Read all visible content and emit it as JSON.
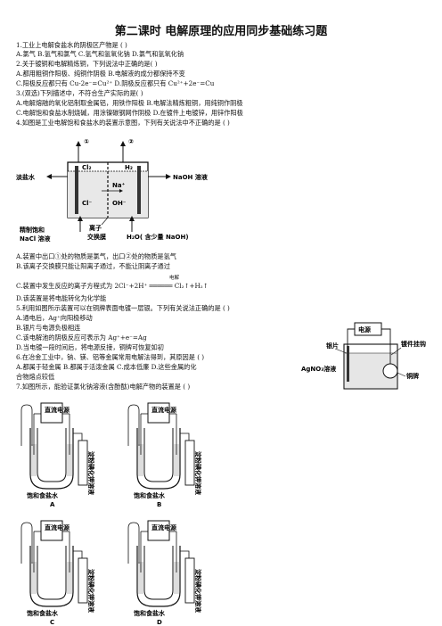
{
  "doc": {
    "title": "第二课时  电解原理的应用同步基础练习题",
    "q1": {
      "stem": "1.工业上电解食盐水的阴极区产物是    (      )",
      "opts": "A.氯气    B.氢气和氯气        C.氢气和氢氧化钠       D.氯气和氢氧化钠"
    },
    "q2": {
      "stem": "2.关于镀铜和电解精炼铜，下列说法中正确的是(      )",
      "l1": "A.都用粗铜作阳极、纯铜作阴极            B.电解液的成分都保持不变",
      "l2": "C.阳极反应都只有 Cu-2e⁻=Cu²⁺              D.阴极反应都只有 Cu²⁺+2e⁻=Cu"
    },
    "q3": {
      "stem": "3.(双选)下列描述中，不符合生产实际的是(      )",
      "l1": "A.电解熔融的氧化铝制取金属铝，用铁作阳极        B.电解法精炼粗铜，用纯铜作阴极",
      "l2": "C.电解饱和食盐水制烧碱，用涂镍碳钢网作阴极       D.在镀件上电镀锌，用锌作阳极"
    },
    "q4": {
      "stem": "4.如图是工业电解饱和食盐水的装置示意图，下列有关说法中不正确的是    (      )",
      "fig": {
        "out1": "①",
        "out2": "②",
        "cl2": "Cl₂",
        "h2": "H₂",
        "left_in": "淡盐水",
        "right_out": "NaOH 溶液",
        "na": "Na⁺",
        "cl_ion": "Cl⁻",
        "oh_ion": "OH⁻",
        "brine": "精制饱和",
        "brine2": "NaCl 溶液",
        "membrane": "离子",
        "membrane2": "交换膜",
        "water": "H₂O( 含少量 NaOH)"
      },
      "a": "A.装置中出口①处的物质是氯气，出口②处的物质是氢气",
      "b": "B.该离子交换膜只能让阳离子通过，不能让阴离子通过",
      "cond": "电解",
      "c": "C.装置中发生反应的离子方程式为 2Cl⁻+2H⁺ ══════ Cl₂↑+H₂↑",
      "d": "D.该装置是将电能转化为化学能"
    },
    "q5": {
      "stem": "5.利用如图所示装置可以在铜牌表面电镀一层银。下列有关说法正确的是    (      )",
      "a": "A.通电后，Ag⁺向阳极移动",
      "b": "B.银片与电源负极相连",
      "c": "C.该电解池的阴极反应可表示为 Ag⁺+e⁻=Ag",
      "d": "D.当电镀一段时间后，将电源反接，铜牌可恢复如初",
      "fig": {
        "power": "电源",
        "silver": "银片",
        "hanger": "镀件挂钩",
        "solution": "AgNO₃溶液",
        "copper": "铜牌"
      }
    },
    "q6": {
      "stem": "6.在冶金工业中，钠、镁、铝等金属常用电解法得到，其原因是    (      )",
      "l1": "A.都属于轻金属    B.都属于活泼金属          C.成本低廉    D.这些金属的化",
      "l2": "合物熔点较低"
    },
    "q7": {
      "stem": "7.如图所示，能验证氯化钠溶液(含酚酞)电解产物的装置是    (      )",
      "fig": {
        "power": "直流电源",
        "brine": "饱和食盐水",
        "ki": "淀粉碘化钾溶液",
        "letters": [
          "A",
          "B",
          "C",
          "D"
        ]
      }
    }
  }
}
